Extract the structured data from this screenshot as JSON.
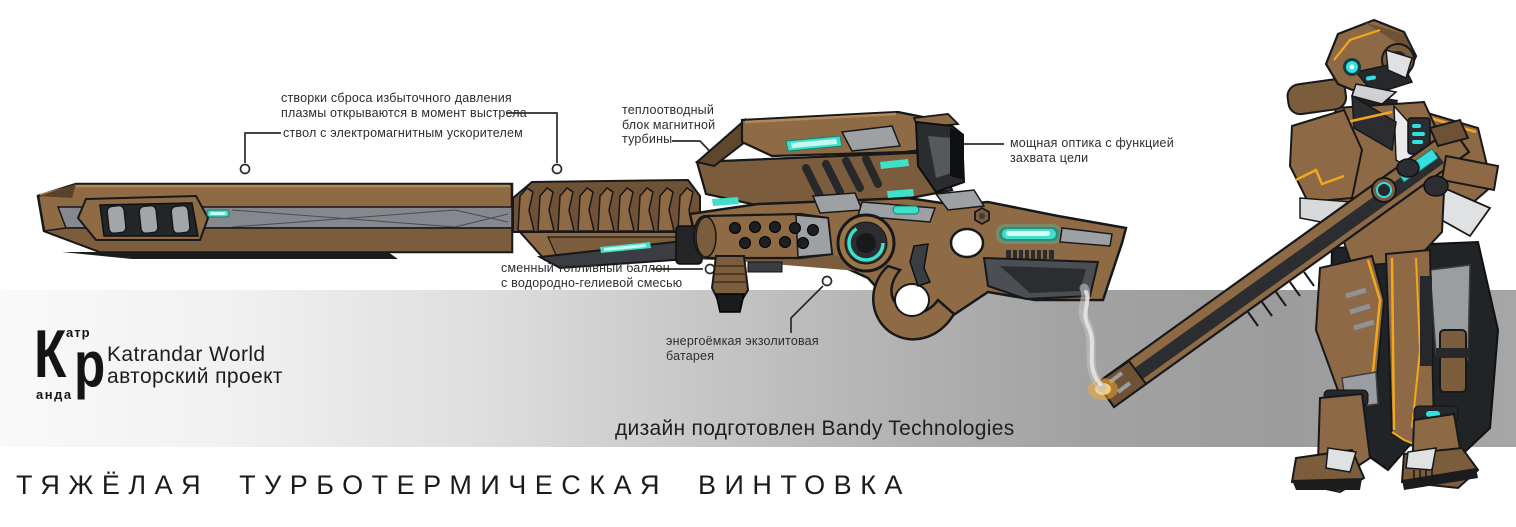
{
  "artwork": {
    "subject": "heavy turbothermal rifle concept sheet with armored character",
    "background": "#ffffff"
  },
  "colors": {
    "rifle_brown": "#8d6a45",
    "rifle_brown_dark": "#6f5236",
    "panel_gray": "#9ea1a4",
    "dark_gray": "#2b2d30",
    "glow_cyan": "#3fe0c9",
    "accent_orange": "#f2a71f",
    "band_gray_left": "#f7f7f7",
    "band_gray_right": "#9c9c9c",
    "ink": "#1b1b1b"
  },
  "logo": {
    "mark_big_k": "К",
    "mark_big_r": "р",
    "mark_small_top": "атр",
    "mark_small_bottom": "анда",
    "line1": "Katrandar World",
    "line2": "авторский проект"
  },
  "callouts": [
    {
      "id": "pressure-vents",
      "lines": [
        "створки сброса избыточного давления",
        "плазмы открываются в момент выстрела"
      ]
    },
    {
      "id": "barrel",
      "lines": [
        "ствол с электромагнитным ускорителем"
      ]
    },
    {
      "id": "turbine-block",
      "lines": [
        "теплоотводный",
        "блок магнитной",
        "турбины"
      ]
    },
    {
      "id": "optics",
      "lines": [
        "мощная оптика с функцией",
        "захвата цели"
      ]
    },
    {
      "id": "fuel-tank",
      "lines": [
        "сменный топливный баллон",
        "с водородно-гелиевой смесью"
      ]
    },
    {
      "id": "battery",
      "lines": [
        "энергоёмкая экзолитовая",
        "батарея"
      ]
    }
  ],
  "credit": {
    "text": "дизайн подготовлен Bandy Technologies"
  },
  "title": {
    "text": "ТЯЖЁЛАЯ ТУРБОТЕРМИЧЕСКАЯ ВИНТОВКА"
  }
}
